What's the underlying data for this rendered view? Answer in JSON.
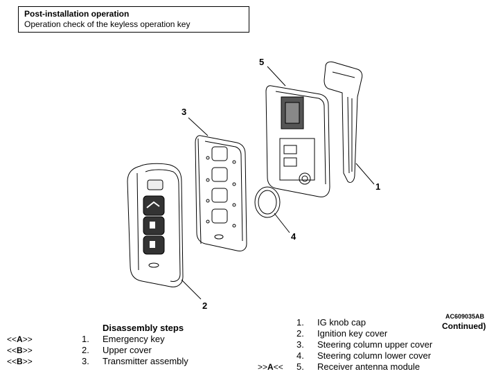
{
  "note": {
    "title": "Post-installation operation",
    "subtitle": "Operation check of the keyless operation key"
  },
  "figure": {
    "code": "AC609035AB",
    "callouts": [
      "1",
      "2",
      "3",
      "4",
      "5"
    ]
  },
  "continued": "Continued)",
  "disassembly": {
    "heading": "Disassembly steps",
    "steps": [
      {
        "ref_pre": "<<",
        "ref_letter": "A",
        "ref_post": ">>",
        "num": "1.",
        "label": "Emergency key"
      },
      {
        "ref_pre": "<<",
        "ref_letter": "B",
        "ref_post": ">>",
        "num": "2.",
        "label": "Upper cover"
      },
      {
        "ref_pre": "<<",
        "ref_letter": "B",
        "ref_post": ">>",
        "num": "3.",
        "label": "Transmitter assembly"
      }
    ]
  },
  "related": {
    "steps": [
      {
        "ref": "",
        "num": "1.",
        "label": "IG knob cap"
      },
      {
        "ref": "",
        "num": "2.",
        "label": "Ignition key cover"
      },
      {
        "ref": "",
        "num": "3.",
        "label": "Steering column upper cover"
      },
      {
        "ref": "",
        "num": "4.",
        "label": "Steering column lower cover"
      },
      {
        "ref_pre": ">>",
        "ref_letter": "A",
        "ref_post": "<<",
        "num": "5.",
        "label": "Receiver antenna module"
      }
    ]
  }
}
